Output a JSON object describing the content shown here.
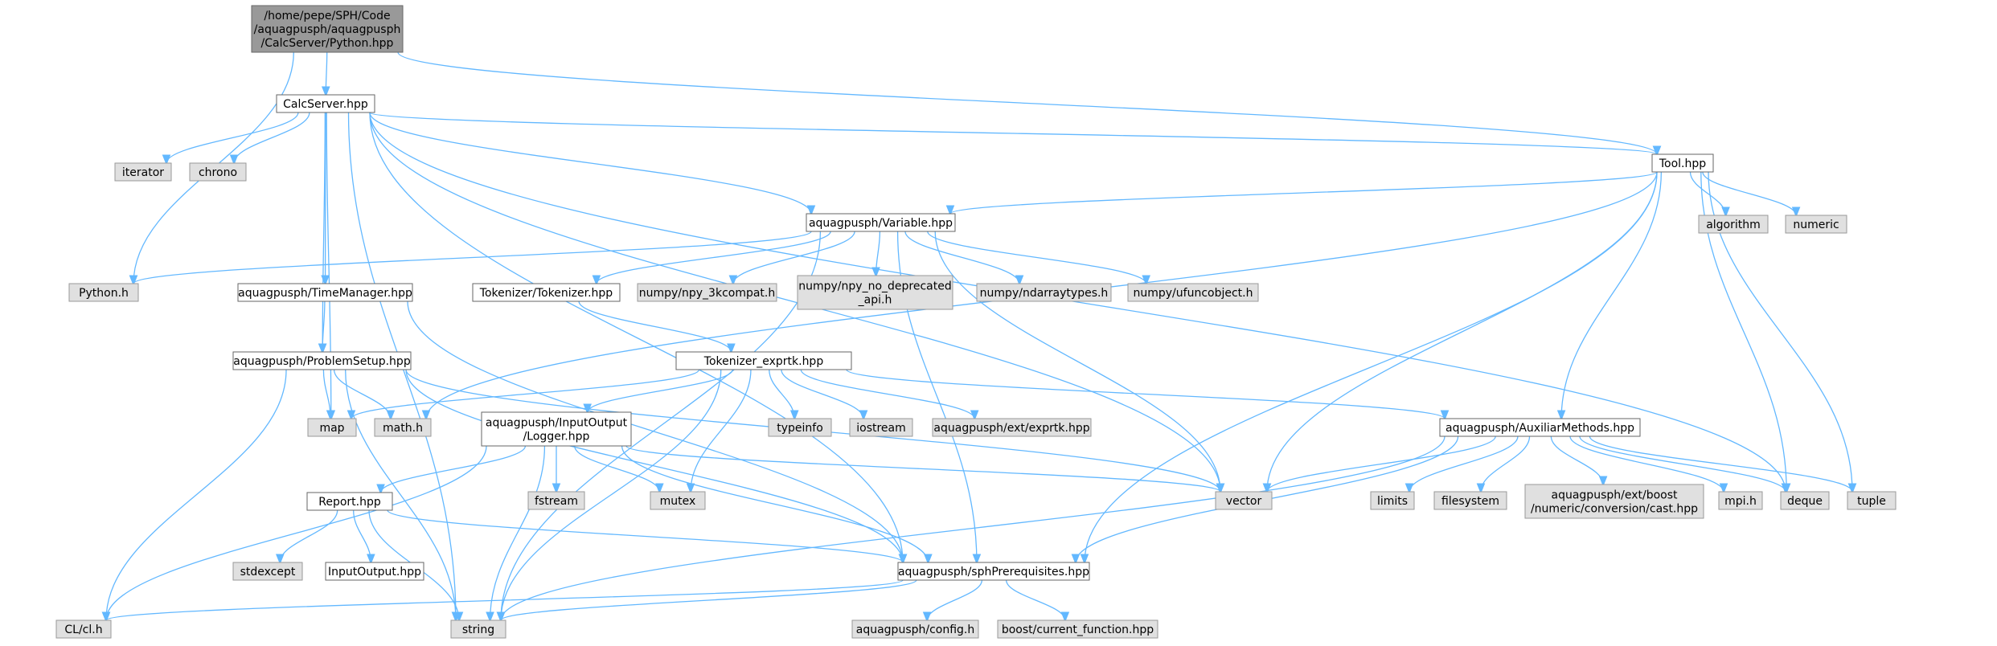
{
  "colors": {
    "edge": "#63b8ff",
    "root_fill": "#999999",
    "root_border": "#666666",
    "local_fill": "#ffffff",
    "local_border": "#666666",
    "system_fill": "#e0e0e0",
    "system_border": "#999999",
    "text": "#000000"
  },
  "nodes": [
    {
      "id": "root",
      "kind": "root",
      "lines": [
        "/home/pepe/SPH/Code",
        "/aquagpusph/aquagpusph",
        "/CalcServer/Python.hpp"
      ]
    },
    {
      "id": "calcserver",
      "kind": "local",
      "lines": [
        "CalcServer.hpp"
      ]
    },
    {
      "id": "iterator",
      "kind": "system",
      "lines": [
        "iterator"
      ]
    },
    {
      "id": "chrono",
      "kind": "system",
      "lines": [
        "chrono"
      ]
    },
    {
      "id": "tool",
      "kind": "local",
      "lines": [
        "Tool.hpp"
      ]
    },
    {
      "id": "variable",
      "kind": "local",
      "lines": [
        "aquagpusph/Variable.hpp"
      ]
    },
    {
      "id": "pythonh",
      "kind": "system",
      "lines": [
        "Python.h"
      ]
    },
    {
      "id": "timemanager",
      "kind": "local",
      "lines": [
        "aquagpusph/TimeManager.hpp"
      ]
    },
    {
      "id": "tokenizer",
      "kind": "local",
      "lines": [
        "Tokenizer/Tokenizer.hpp"
      ]
    },
    {
      "id": "npy3k",
      "kind": "system",
      "lines": [
        "numpy/npy_3kcompat.h"
      ]
    },
    {
      "id": "npynodep",
      "kind": "system",
      "lines": [
        "numpy/npy_no_deprecated",
        "_api.h"
      ]
    },
    {
      "id": "ndarraytypes",
      "kind": "system",
      "lines": [
        "numpy/ndarraytypes.h"
      ]
    },
    {
      "id": "ufuncobject",
      "kind": "system",
      "lines": [
        "numpy/ufuncobject.h"
      ]
    },
    {
      "id": "algorithm",
      "kind": "system",
      "lines": [
        "algorithm"
      ]
    },
    {
      "id": "numeric",
      "kind": "system",
      "lines": [
        "numeric"
      ]
    },
    {
      "id": "problemsetup",
      "kind": "local",
      "lines": [
        "aquagpusph/ProblemSetup.hpp"
      ]
    },
    {
      "id": "tokexprtk",
      "kind": "local",
      "lines": [
        "Tokenizer_exprtk.hpp"
      ]
    },
    {
      "id": "map",
      "kind": "system",
      "lines": [
        "map"
      ]
    },
    {
      "id": "mathh",
      "kind": "system",
      "lines": [
        "math.h"
      ]
    },
    {
      "id": "logger",
      "kind": "local",
      "lines": [
        "aquagpusph/InputOutput",
        "/Logger.hpp"
      ]
    },
    {
      "id": "typeinfo",
      "kind": "system",
      "lines": [
        "typeinfo"
      ]
    },
    {
      "id": "iostream",
      "kind": "system",
      "lines": [
        "iostream"
      ]
    },
    {
      "id": "exprtk",
      "kind": "system",
      "lines": [
        "aquagpusph/ext/exprtk.hpp"
      ]
    },
    {
      "id": "auxiliar",
      "kind": "local",
      "lines": [
        "aquagpusph/AuxiliarMethods.hpp"
      ]
    },
    {
      "id": "fstream",
      "kind": "system",
      "lines": [
        "fstream"
      ]
    },
    {
      "id": "mutex",
      "kind": "system",
      "lines": [
        "mutex"
      ]
    },
    {
      "id": "vector",
      "kind": "system",
      "lines": [
        "vector"
      ]
    },
    {
      "id": "limits",
      "kind": "system",
      "lines": [
        "limits"
      ]
    },
    {
      "id": "filesystem",
      "kind": "system",
      "lines": [
        "filesystem"
      ]
    },
    {
      "id": "boostcast",
      "kind": "system",
      "lines": [
        "aquagpusph/ext/boost",
        "/numeric/conversion/cast.hpp"
      ]
    },
    {
      "id": "mpih",
      "kind": "system",
      "lines": [
        "mpi.h"
      ]
    },
    {
      "id": "deque",
      "kind": "system",
      "lines": [
        "deque"
      ]
    },
    {
      "id": "tuple",
      "kind": "system",
      "lines": [
        "tuple"
      ]
    },
    {
      "id": "report",
      "kind": "local",
      "lines": [
        "Report.hpp"
      ]
    },
    {
      "id": "stdexcept",
      "kind": "system",
      "lines": [
        "stdexcept"
      ]
    },
    {
      "id": "inputoutput",
      "kind": "local",
      "lines": [
        "InputOutput.hpp"
      ]
    },
    {
      "id": "sphprereq",
      "kind": "local",
      "lines": [
        "aquagpusph/sphPrerequisites.hpp"
      ]
    },
    {
      "id": "clh",
      "kind": "system",
      "lines": [
        "CL/cl.h"
      ]
    },
    {
      "id": "string",
      "kind": "system",
      "lines": [
        "string"
      ]
    },
    {
      "id": "config",
      "kind": "system",
      "lines": [
        "aquagpusph/config.h"
      ]
    },
    {
      "id": "curfunc",
      "kind": "system",
      "lines": [
        "boost/current_function.hpp"
      ]
    }
  ],
  "edges": [
    [
      "root",
      "calcserver"
    ],
    [
      "root",
      "pythonh"
    ],
    [
      "root",
      "tool"
    ],
    [
      "calcserver",
      "iterator"
    ],
    [
      "calcserver",
      "chrono"
    ],
    [
      "calcserver",
      "tool"
    ],
    [
      "calcserver",
      "variable"
    ],
    [
      "calcserver",
      "timemanager"
    ],
    [
      "calcserver",
      "problemsetup"
    ],
    [
      "calcserver",
      "map"
    ],
    [
      "calcserver",
      "string"
    ],
    [
      "calcserver",
      "vector"
    ],
    [
      "calcserver",
      "deque"
    ],
    [
      "calcserver",
      "sphprereq"
    ],
    [
      "tool",
      "variable"
    ],
    [
      "tool",
      "algorithm"
    ],
    [
      "tool",
      "numeric"
    ],
    [
      "tool",
      "auxiliar"
    ],
    [
      "tool",
      "mathh"
    ],
    [
      "tool",
      "vector"
    ],
    [
      "tool",
      "deque"
    ],
    [
      "tool",
      "tuple"
    ],
    [
      "tool",
      "sphprereq"
    ],
    [
      "variable",
      "pythonh"
    ],
    [
      "variable",
      "tokenizer"
    ],
    [
      "variable",
      "npy3k"
    ],
    [
      "variable",
      "npynodep"
    ],
    [
      "variable",
      "ndarraytypes"
    ],
    [
      "variable",
      "ufuncobject"
    ],
    [
      "variable",
      "sphprereq"
    ],
    [
      "variable",
      "vector"
    ],
    [
      "variable",
      "string"
    ],
    [
      "timemanager",
      "problemsetup"
    ],
    [
      "timemanager",
      "sphprereq"
    ],
    [
      "tokenizer",
      "tokexprtk"
    ],
    [
      "problemsetup",
      "map"
    ],
    [
      "problemsetup",
      "mathh"
    ],
    [
      "problemsetup",
      "vector"
    ],
    [
      "problemsetup",
      "sphprereq"
    ],
    [
      "problemsetup",
      "clh"
    ],
    [
      "problemsetup",
      "string"
    ],
    [
      "tokexprtk",
      "map"
    ],
    [
      "tokexprtk",
      "logger"
    ],
    [
      "tokexprtk",
      "typeinfo"
    ],
    [
      "tokexprtk",
      "iostream"
    ],
    [
      "tokexprtk",
      "exprtk"
    ],
    [
      "tokexprtk",
      "auxiliar"
    ],
    [
      "tokexprtk",
      "mutex"
    ],
    [
      "tokexprtk",
      "string"
    ],
    [
      "logger",
      "report"
    ],
    [
      "logger",
      "fstream"
    ],
    [
      "logger",
      "mutex"
    ],
    [
      "logger",
      "vector"
    ],
    [
      "logger",
      "sphprereq"
    ],
    [
      "logger",
      "clh"
    ],
    [
      "logger",
      "string"
    ],
    [
      "auxiliar",
      "vector"
    ],
    [
      "auxiliar",
      "limits"
    ],
    [
      "auxiliar",
      "filesystem"
    ],
    [
      "auxiliar",
      "boostcast"
    ],
    [
      "auxiliar",
      "mpih"
    ],
    [
      "auxiliar",
      "deque"
    ],
    [
      "auxiliar",
      "tuple"
    ],
    [
      "auxiliar",
      "sphprereq"
    ],
    [
      "auxiliar",
      "string"
    ],
    [
      "report",
      "stdexcept"
    ],
    [
      "report",
      "inputoutput"
    ],
    [
      "report",
      "sphprereq"
    ],
    [
      "report",
      "string"
    ],
    [
      "sphprereq",
      "clh"
    ],
    [
      "sphprereq",
      "string"
    ],
    [
      "sphprereq",
      "config"
    ],
    [
      "sphprereq",
      "curfunc"
    ]
  ]
}
